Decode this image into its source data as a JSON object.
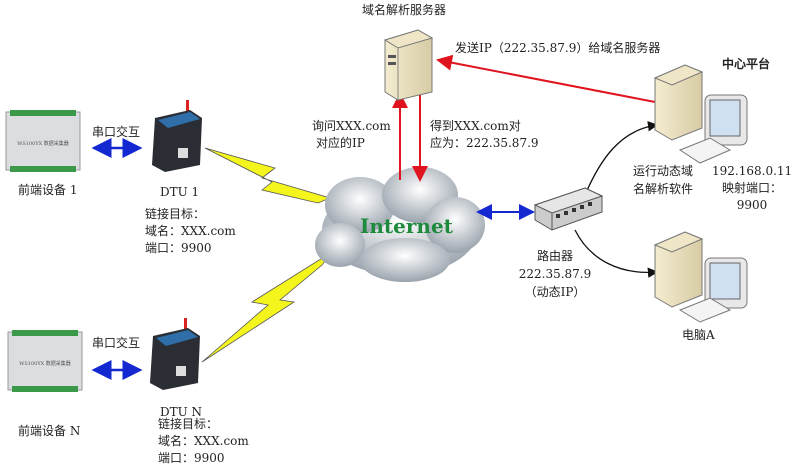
{
  "dns_server": {
    "title": "域名解析服务器"
  },
  "send_ip_label": "发送IP（222.35.87.9）给域名服务器",
  "query_label": [
    "询问XXX.com",
    "对应的IP"
  ],
  "answer_label": [
    "得到XXX.com对",
    "应为：222.35.87.9"
  ],
  "cloud": {
    "label": "Internet",
    "color": "#1e8a3c"
  },
  "router": {
    "lines": [
      "路由器",
      "222.35.87.9",
      "（动态IP）"
    ]
  },
  "center_platform": {
    "title": "中心平台",
    "software_label": [
      "运行动态域",
      "名解析软件"
    ],
    "info": [
      "192.168.0.11",
      "映射端口：",
      "9900"
    ]
  },
  "computer_a": {
    "label": "电脑A"
  },
  "front_devices": [
    {
      "label": "前端设备 1",
      "device_text": "WS100YX 数据采集器",
      "serial_label": "串口交互",
      "dtu": {
        "name": "DTU 1",
        "lines": [
          "链接目标：",
          "域名：XXX.com",
          "端口：9900"
        ]
      }
    },
    {
      "label": "前端设备 N",
      "device_text": "WS100YX 数据采集器",
      "serial_label": "串口交互",
      "dtu": {
        "name": "DTU N",
        "lines": [
          "链接目标：",
          "域名：XXX.com",
          "端口：9900"
        ]
      }
    }
  ],
  "colors": {
    "request_arrow": "#e0141e",
    "serial_arrow": "#1428d2",
    "lightning": "#f5f51e",
    "link": "#111111"
  }
}
